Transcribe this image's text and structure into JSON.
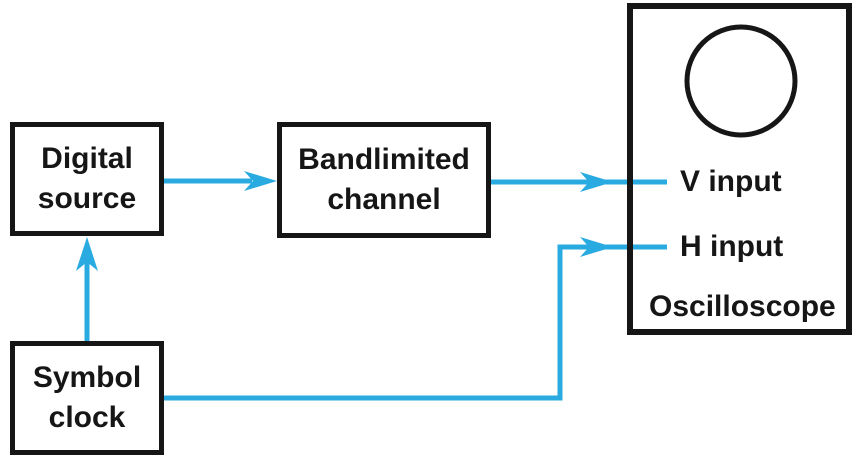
{
  "colors": {
    "line": "#29abe2",
    "ink": "#161616",
    "background": "#ffffff"
  },
  "boxes": {
    "digital_source": {
      "line1": "Digital",
      "line2": "source"
    },
    "bandlimited_channel": {
      "line1": "Bandlimited",
      "line2": "channel"
    },
    "symbol_clock": {
      "line1": "Symbol",
      "line2": "clock"
    },
    "oscilloscope": {
      "label": "Oscilloscope",
      "v_input": "V input",
      "h_input": "H input"
    }
  },
  "connections": [
    {
      "from": "digital_source",
      "to": "bandlimited_channel",
      "style": "arrow-right"
    },
    {
      "from": "bandlimited_channel",
      "to": "oscilloscope_v_input",
      "style": "arrow-right"
    },
    {
      "from": "symbol_clock",
      "to": "oscilloscope_h_input",
      "style": "arrow-right-angle"
    },
    {
      "from": "symbol_clock",
      "to": "digital_source",
      "style": "arrow-up"
    }
  ]
}
